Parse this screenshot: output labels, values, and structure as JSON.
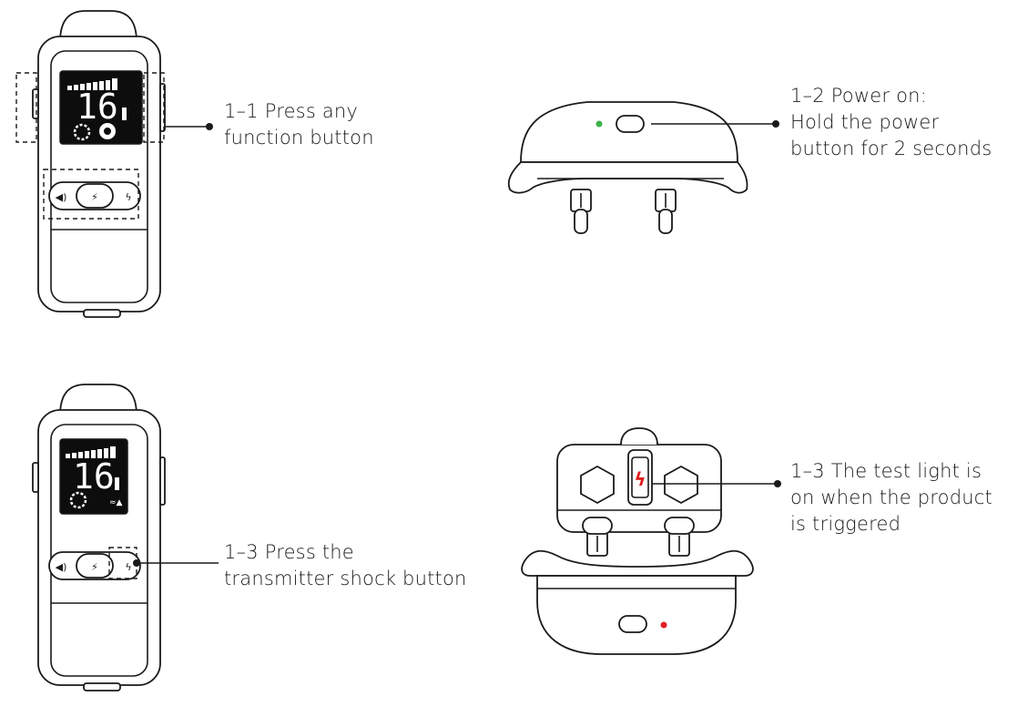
{
  "steps": [
    {
      "id": "1-1",
      "lines": [
        "1–1 Press any",
        "function button"
      ]
    },
    {
      "id": "1-2",
      "lines": [
        "1–2 Power on:",
        "Hold the power",
        "button  for 2 seconds"
      ]
    },
    {
      "id": "1-3a",
      "lines": [
        "1–3 Press the",
        "transmitter shock button"
      ]
    },
    {
      "id": "1-3b",
      "lines": [
        "1–3 The test light is",
        "on when the product",
        "is triggered"
      ]
    }
  ],
  "display_value": "16",
  "colors": {
    "power_led": "#3cb34a",
    "test_led": "#e02020",
    "shock_icon": "#e02020",
    "line": "#1a1a1a"
  }
}
